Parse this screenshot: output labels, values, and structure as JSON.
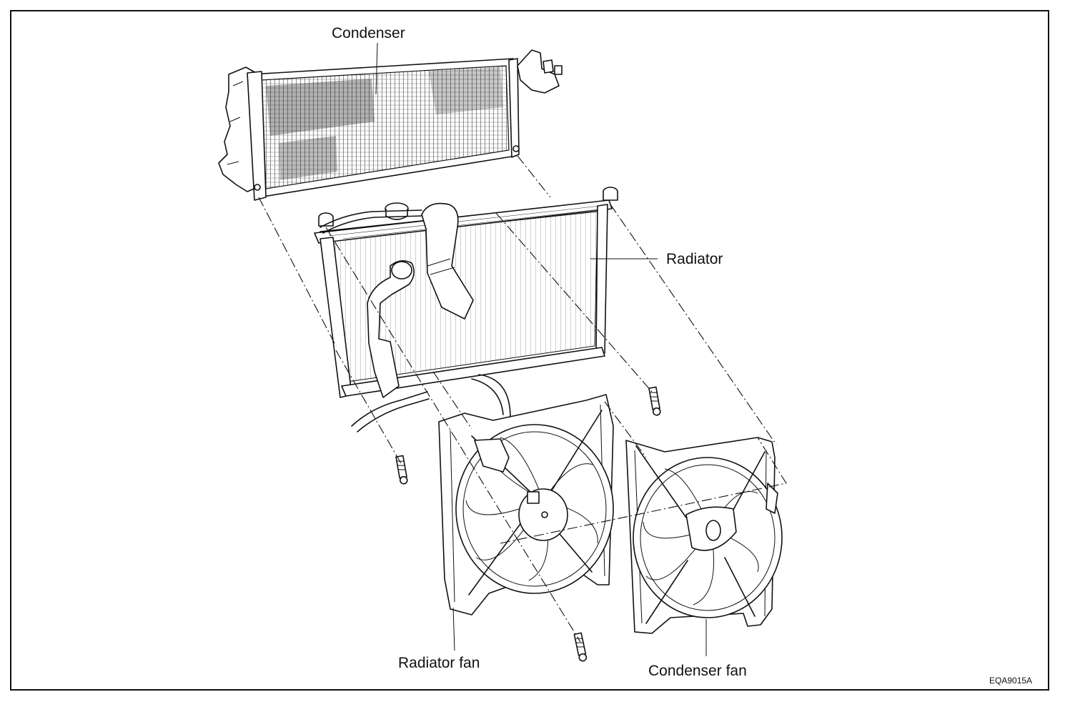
{
  "diagram": {
    "labels": {
      "condenser": "Condenser",
      "radiator": "Radiator",
      "radiator_fan": "Radiator fan",
      "condenser_fan": "Condenser fan"
    },
    "figure_code": "EQA9015A"
  }
}
